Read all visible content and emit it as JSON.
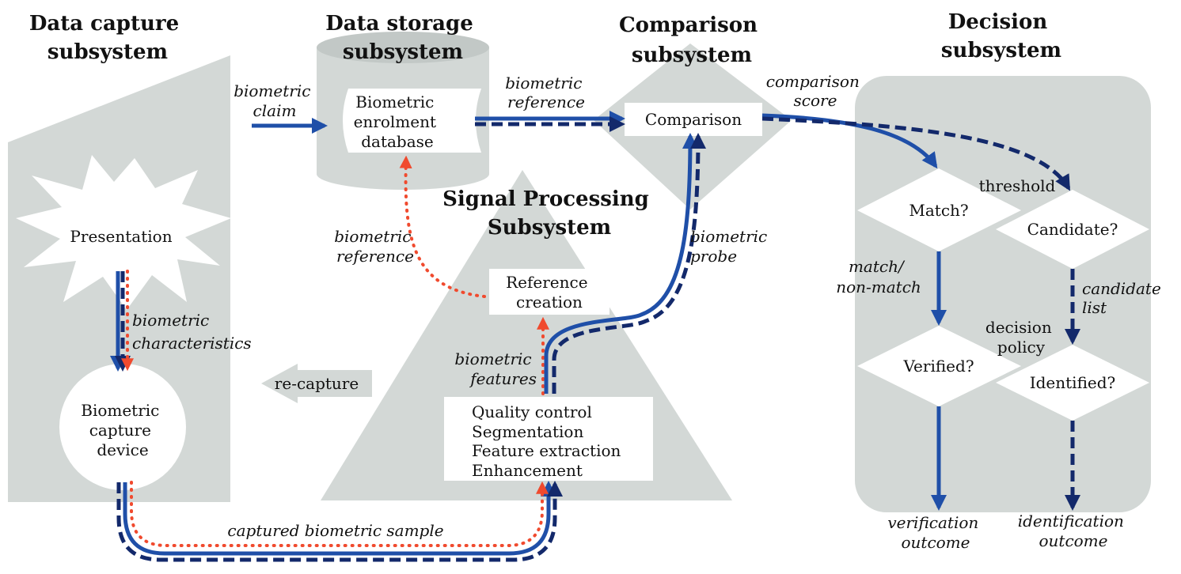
{
  "colors": {
    "panel": "#d3d8d6",
    "solid_arrow": "#1f4fa8",
    "dashed_arrow": "#13296b",
    "dotted_arrow": "#f04a2e",
    "box": "#ffffff"
  },
  "titles": {
    "capture": [
      "Data capture",
      "subsystem"
    ],
    "storage": [
      "Data storage",
      "subsystem"
    ],
    "comparison": [
      "Comparison",
      "subsystem"
    ],
    "decision": [
      "Decision",
      "subsystem"
    ],
    "signal": [
      "Signal Processing",
      "Subsystem"
    ]
  },
  "nodes": {
    "presentation": "Presentation",
    "capture_device": [
      "Biometric",
      "capture",
      "device"
    ],
    "enrolment_db": [
      "Biometric",
      "enrolment",
      "database"
    ],
    "comparison": "Comparison",
    "reference_creation": [
      "Reference",
      "creation"
    ],
    "processing_steps": [
      "Quality control",
      "Segmentation",
      "Feature extraction",
      "Enhancement"
    ],
    "match": "Match?",
    "candidate": "Candidate?",
    "verified": "Verified?",
    "identified": "Identified?",
    "recapture": "re-capture"
  },
  "labels": {
    "biometric_claim": [
      "biometric",
      "claim"
    ],
    "biometric_reference_top": [
      "biometric",
      "reference"
    ],
    "comparison_score": [
      "comparison",
      "score"
    ],
    "threshold": "threshold",
    "biometric_reference_left": [
      "biometric",
      "reference"
    ],
    "biometric_probe": [
      "biometric",
      "probe"
    ],
    "biometric_characteristics": [
      "biometric",
      "characteristics"
    ],
    "biometric_features": [
      "biometric",
      "features"
    ],
    "match_non_match": [
      "match/",
      "non-match"
    ],
    "candidate_list": [
      "candidate",
      "list"
    ],
    "decision_policy": [
      "decision",
      "policy"
    ],
    "captured_sample": "captured biometric sample",
    "verification_outcome": [
      "verification",
      "outcome"
    ],
    "identification_outcome": [
      "identification",
      "outcome"
    ]
  }
}
